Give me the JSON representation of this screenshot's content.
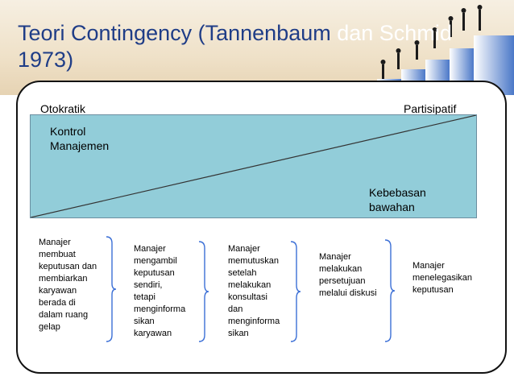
{
  "slide": {
    "title_main": "Teori Contingency (Tannenbaum",
    "title_highlight": "dan Schmid",
    "title_line2": "1973)",
    "left_end": "Otokratik",
    "right_end": "Partisipatif",
    "top_area_label": [
      "Kontrol",
      "Manajemen"
    ],
    "bottom_area_label": [
      "Kebebasan",
      "bawahan"
    ],
    "columns": [
      [
        "Manajer",
        "membuat",
        "keputusan dan",
        "membiarkan",
        "karyawan",
        "berada di",
        "dalam ruang",
        "gelap"
      ],
      [
        "Manajer",
        "mengambil",
        "keputusan",
        "sendiri,",
        "tetapi",
        "menginforma",
        "sikan",
        "karyawan"
      ],
      [
        "Manajer",
        "memutuskan",
        "setelah",
        "melakukan",
        "konsultasi",
        "dan",
        "menginforma",
        "sikan"
      ],
      [
        "Manajer",
        "melakukan",
        "persetujuan",
        "melalui diskusi"
      ],
      [
        "Manajer",
        "menelegasikan",
        "keputusan"
      ]
    ],
    "colors": {
      "title": "#1f3d87",
      "panel": "#92cdd9",
      "bracket": "#3b6fd6"
    }
  }
}
